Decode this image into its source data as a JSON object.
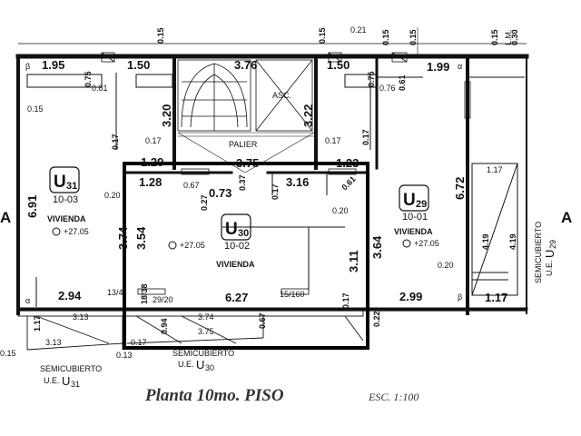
{
  "title": "Planta 10mo. PISO",
  "scale": "ESC. 1:100",
  "units": [
    {
      "code": "U",
      "sub": "31",
      "number": "10-03",
      "type": "VIVIENDA",
      "level": "+27.05"
    },
    {
      "code": "U",
      "sub": "30",
      "number": "10-02",
      "type": "VIVIENDA",
      "level": "+27.05"
    },
    {
      "code": "U",
      "sub": "29",
      "number": "10-01",
      "type": "VIVIENDA",
      "level": "+27.05"
    }
  ],
  "labels": {
    "palier": "PALIER",
    "asc": "ASC.",
    "semi_31": "SEMICUBIERTO",
    "semi_31_ue": "U.E.",
    "semi_31_u": "U",
    "semi_31_sub": "31",
    "semi_30": "SEMICUBIERTO",
    "semi_30_ue": "U.E.",
    "semi_30_u": "U",
    "semi_30_sub": "30",
    "semi_29": "SEMICUBIERTO",
    "semi_29_ue": "U.E.",
    "semi_29_u": "U",
    "semi_29_sub": "29",
    "section_a": "A",
    "beta": "β",
    "alpha": "α",
    "lm": "L.M."
  },
  "dimensions": {
    "d195": "1.95",
    "d075a": "0.75",
    "d081": "0.81",
    "d150a": "1.50",
    "d015a": "0.15",
    "d376": "3.76",
    "d015b": "0.15",
    "d150b": "1.50",
    "d075b": "0.75",
    "d076": "0.76",
    "d061": "0.61",
    "d199": "1.99",
    "d021": "0.21",
    "d015c": "0.15",
    "d030": "0.30",
    "d015d": "0.15",
    "d015e": "0.15",
    "d015f": "0.15",
    "d320": "3.20",
    "d322": "3.22",
    "d017a": "0.17",
    "d017b": "0.17",
    "d017c": "0.17",
    "d017d": "0.17",
    "d129": "1.29",
    "d375": "3.75",
    "d123": "1.23",
    "d128": "1.28",
    "d067": "0.67",
    "d073": "0.73",
    "d027": "0.27",
    "d037": "0.37",
    "d017e": "0.17",
    "d316": "3.16",
    "d061b": "0.61",
    "d691": "6.91",
    "d354": "3.54",
    "d374a": "3.74",
    "d020a": "0.20",
    "d311": "3.11",
    "d364": "3.64",
    "d020b": "0.20",
    "d672": "6.72",
    "d117a": "1.17",
    "d419a": "4.19",
    "d419b": "4.19",
    "d020c": "0.20",
    "d294": "2.94",
    "d13_4": "13/4",
    "d18_38": "18/38",
    "d29_20": "29/20",
    "d627": "6.27",
    "d15_160": "15/160",
    "d017f": "0.17",
    "d299": "2.99",
    "d117b": "1.17",
    "d117c": "1.17",
    "d313a": "3.13",
    "d313b": "3.13",
    "d094": "0.94",
    "d374b": "3.74",
    "d375b": "3.75",
    "d067b": "0.67",
    "d022": "0.22",
    "d015g": "0.15",
    "d013": "0.13",
    "d017g": "0.17"
  }
}
